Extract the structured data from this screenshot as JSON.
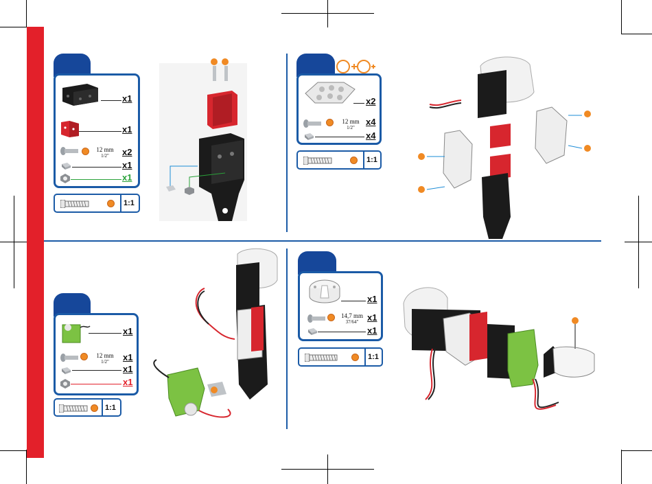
{
  "colors": {
    "accent": "#1a5aa6",
    "tab": "#16479a",
    "red_bar": "#e3202a",
    "badge": "#f08a24",
    "green_lead": "#2aa23a"
  },
  "step1": {
    "parts": [
      {
        "icon": "servo-bracket-black-icon",
        "qty": "x1"
      },
      {
        "icon": "u-bracket-red-icon",
        "qty": "x1"
      },
      {
        "icon": "screw-icon",
        "length": "12 mm",
        "length_in": "1/2\"",
        "qty": "x2"
      },
      {
        "icon": "square-nut-icon",
        "qty": "x1"
      },
      {
        "icon": "lock-nut-icon",
        "qty": "x1"
      }
    ],
    "scale": "1:1"
  },
  "step2": {
    "parts": [
      {
        "icon": "gear-plate-icon",
        "qty": "x2"
      },
      {
        "icon": "screw-icon",
        "length": "12 mm",
        "length_in": "1/2\"",
        "qty": "x4"
      },
      {
        "icon": "square-nut-icon",
        "qty": "x4"
      }
    ],
    "scale": "1:1"
  },
  "step3": {
    "parts": [
      {
        "icon": "servo-motor-green-icon",
        "qty": "x1"
      },
      {
        "icon": "screw-icon",
        "length": "12 mm",
        "length_in": "1/2\"",
        "qty": "x1"
      },
      {
        "icon": "square-nut-icon",
        "qty": "x1"
      },
      {
        "icon": "lock-nut-icon",
        "qty": "x1"
      }
    ],
    "scale": "1:1"
  },
  "step4": {
    "parts": [
      {
        "icon": "round-hub-white-icon",
        "qty": "x1"
      },
      {
        "icon": "screw-icon",
        "length": "14,7 mm",
        "length_in": "37/64\"",
        "qty": "x1"
      },
      {
        "icon": "square-nut-icon",
        "qty": "x1"
      }
    ],
    "scale": "1:1"
  }
}
